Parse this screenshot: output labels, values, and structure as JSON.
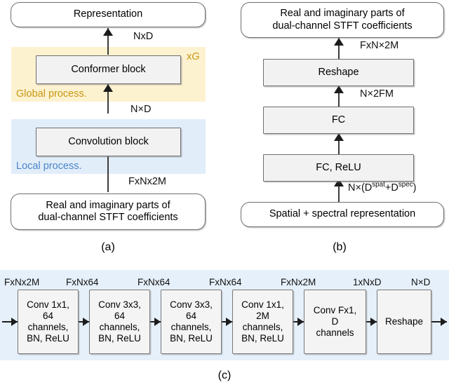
{
  "figure": {
    "panels": [
      {
        "id": "a",
        "caption": "(a)",
        "blocks": {
          "representation": "Representation",
          "conformer": "Conformer block",
          "convolution": "Convolution block",
          "input_line1": "Real and imaginary parts of",
          "input_line2": "dual-channel STFT coefficients"
        },
        "edge_labels": {
          "top": "NxD",
          "mid": "N×D",
          "bottom": "FxNx2M"
        },
        "bands": {
          "global_label": "Global process.",
          "local_label": "Local process.",
          "repeat_prefix": "x",
          "repeat_symbol": "G",
          "global_color": "#fdf2d0",
          "local_color": "#e2edfa",
          "global_text_color": "#c79712",
          "local_text_color": "#4a86c8"
        }
      },
      {
        "id": "b",
        "caption": "(b)",
        "blocks": {
          "output_line1": "Real and imaginary parts of",
          "output_line2": "dual-channel STFT coefficients",
          "reshape": "Reshape",
          "fc": "FC",
          "fc_relu": "FC, ReLU",
          "input": "Spatial + spectral representation"
        },
        "edge_labels": {
          "top": "FxN×2M",
          "mid": "N×2FM",
          "bottom_prefix": "N×(D",
          "bottom_sup1": "spat",
          "bottom_mid": "+D",
          "bottom_sup2": "spec",
          "bottom_suffix": ")"
        }
      },
      {
        "id": "c",
        "caption": "(c)",
        "band_color": "#e6f0fb",
        "stage_labels": [
          "FxNx2M",
          "FxNx64",
          "FxNx64",
          "FxNx64",
          "FxNx2M",
          "1xNxD",
          "N×D"
        ],
        "blocks": [
          {
            "lines": [
              "Conv 1x1,",
              "64",
              "channels,",
              "BN, ReLU"
            ]
          },
          {
            "lines": [
              "Conv 3x3,",
              "64",
              "channels,",
              "BN, ReLU"
            ]
          },
          {
            "lines": [
              "Conv 3x3,",
              "64",
              "channels,",
              "BN, ReLU"
            ]
          },
          {
            "lines": [
              "Conv 1x1,",
              "2M",
              "channels,",
              "BN, ReLU"
            ]
          },
          {
            "lines": [
              "Conv Fx1,",
              "D",
              "channels"
            ]
          },
          {
            "lines": [
              "Reshape"
            ]
          }
        ]
      }
    ]
  }
}
